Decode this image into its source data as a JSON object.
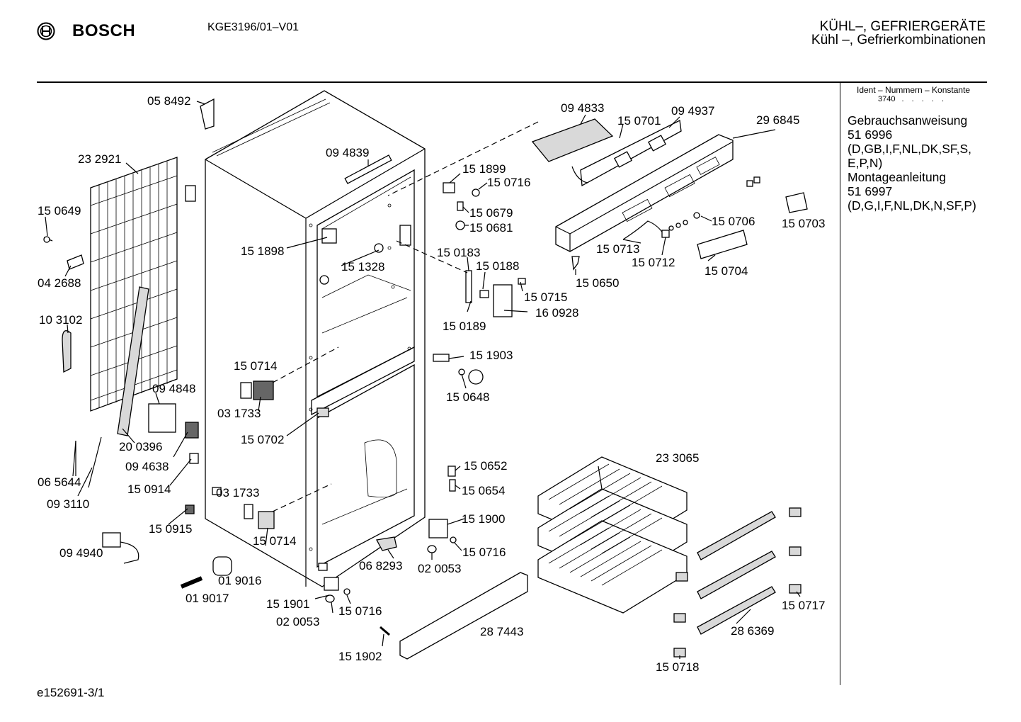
{
  "header": {
    "brand": "BOSCH",
    "model": "KGE3196/01–V01",
    "category_line1": "KÜHL–, GEFRIERGERÄTE",
    "category_line2": "Kühl –, Gefrierkombinationen"
  },
  "sidebar": {
    "ident_label": "Ident – Nummern – Konstante",
    "ident_value": "3740",
    "ident_dots": ". . . . .",
    "lines": [
      "Gebrauchsanweisung",
      "51 6996",
      "(D,GB,I,F,NL,DK,SF,S,",
      "E,P,N)",
      "Montageanleitung",
      "51 6997",
      "(D,G,I,F,NL,DK,N,SF,P)"
    ]
  },
  "footer": {
    "doc_id": "e152691-3/1"
  },
  "parts": {
    "p058492": "05 8492",
    "p232921": "23 2921",
    "p150649": "15 0649",
    "p042688": "04 2688",
    "p103102": "10 3102",
    "p094848": "09 4848",
    "p200396": "20 0396",
    "p094638": "09 4638",
    "p150914": "15 0914",
    "p065644": "06 5644",
    "p093110": "09 3110",
    "p150915": "15 0915",
    "p094940": "09 4940",
    "p019016": "01 9016",
    "p019017": "01 9017",
    "p151901": "15 1901",
    "p020053a": "02 0053",
    "p150716a": "15 0716",
    "p151902": "15 1902",
    "p287443": "28 7443",
    "p068293": "06 8293",
    "p020053b": "02 0053",
    "p150716b": "15 0716",
    "p151900": "15 1900",
    "p150654": "15 0654",
    "p150652": "15 0652",
    "p094839": "09 4839",
    "p151898": "15 1898",
    "p151328": "15 1328",
    "p150714a": "15 0714",
    "p031733a": "03 1733",
    "p150702": "15 0702",
    "p031733b": "03 1733",
    "p150714b": "15 0714",
    "p151899": "15 1899",
    "p150716c": "15 0716",
    "p150679": "15 0679",
    "p150681": "15 0681",
    "p150183": "15 0183",
    "p150188": "15 0188",
    "p150189": "15 0189",
    "p150715": "15 0715",
    "p160928": "16 0928",
    "p151903": "15 1903",
    "p150648": "15 0648",
    "p094833": "09 4833",
    "p150701": "15 0701",
    "p094937": "09 4937",
    "p296845": "29 6845",
    "p150706": "15 0706",
    "p150703": "15 0703",
    "p150713": "15 0713",
    "p150712": "15 0712",
    "p150704": "15 0704",
    "p150650": "15 0650",
    "p233065": "23 3065",
    "p150717": "15 0717",
    "p286369": "28 6369",
    "p150718": "15 0718"
  }
}
